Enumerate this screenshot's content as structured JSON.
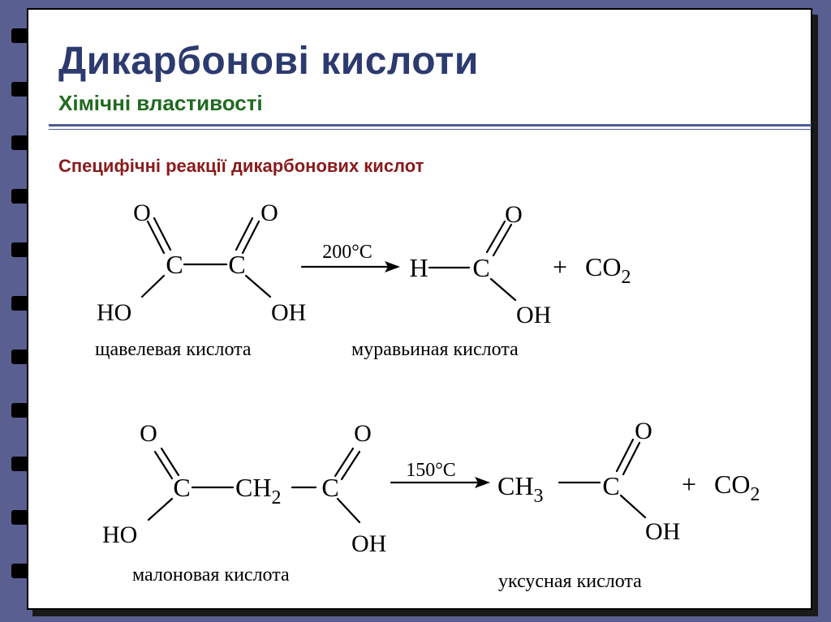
{
  "header": {
    "title": "Дикарбонові кислоти",
    "subtitle": "Хімічні властивості"
  },
  "section": {
    "heading": "Специфічні реакції дикарбонових кислот"
  },
  "reactions": [
    {
      "condition": "200°C",
      "reactant": {
        "atoms": {
          "o1": "O",
          "o2": "O",
          "c1": "C",
          "c2": "C",
          "ho": "HO",
          "oh": "OH"
        },
        "name": "щавелевая кислота"
      },
      "product": {
        "atoms": {
          "h": "H",
          "c": "C",
          "o": "O",
          "oh": "OH"
        },
        "name": "муравьиная кислота"
      },
      "plus": "+",
      "byproduct": {
        "main": "CO",
        "subscript": "2"
      }
    },
    {
      "condition": "150°C",
      "reactant": {
        "atoms": {
          "o1": "O",
          "o2": "O",
          "c1": "C",
          "ch2": "CH",
          "ch2_sub": "2",
          "c2": "C",
          "ho": "HO",
          "oh": "OH"
        },
        "name": "малоновая кислота"
      },
      "product": {
        "atoms": {
          "ch3": "CH",
          "ch3_sub": "3",
          "c": "C",
          "o": "O",
          "oh": "OH"
        },
        "name": "уксусная кислота"
      },
      "plus": "+",
      "byproduct": {
        "main": "CO",
        "subscript": "2"
      }
    }
  ]
}
